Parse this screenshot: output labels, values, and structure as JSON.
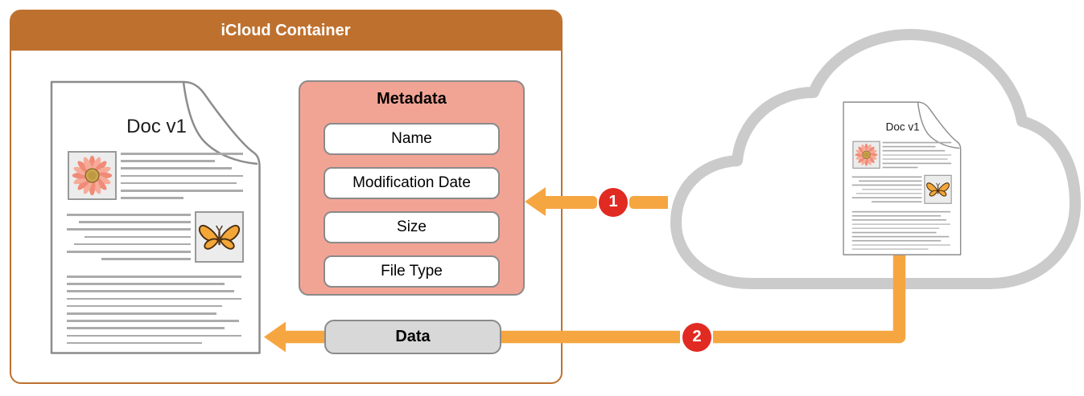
{
  "diagram": {
    "container": {
      "title": "iCloud Container"
    },
    "metadata_panel": {
      "title": "Metadata",
      "fields": [
        "Name",
        "Modification Date",
        "Size",
        "File Type"
      ]
    },
    "data_pill": {
      "label": "Data"
    },
    "step_badges": [
      {
        "number": "1"
      },
      {
        "number": "2"
      }
    ],
    "document": {
      "title": "Doc v1",
      "images": [
        {
          "name": "flower-photo"
        },
        {
          "name": "butterfly-photo"
        }
      ],
      "paragraphs": [
        [
          [
            88,
            90,
            152
          ],
          [
            88,
            99.2,
            117
          ],
          [
            88,
            108.4,
            138
          ],
          [
            88,
            117.6,
            152
          ],
          [
            88,
            126.8,
            144
          ],
          [
            88,
            136,
            152
          ],
          [
            88,
            145.2,
            78
          ]
        ],
        [
          [
            21,
            166,
            154
          ],
          [
            36,
            175.2,
            139
          ],
          [
            21,
            184.4,
            154
          ],
          [
            43,
            193.6,
            132
          ],
          [
            30,
            202.8,
            145
          ],
          [
            21,
            212,
            154
          ],
          [
            64,
            221.2,
            111
          ]
        ],
        [
          [
            21,
            243,
            217
          ],
          [
            21,
            252.2,
            196
          ],
          [
            21,
            261.4,
            208
          ],
          [
            21,
            270.6,
            217
          ],
          [
            21,
            279.8,
            193
          ],
          [
            21,
            289,
            186
          ],
          [
            21,
            298.2,
            214
          ],
          [
            21,
            307.4,
            196
          ],
          [
            21,
            316.6,
            217
          ],
          [
            21,
            325.8,
            168
          ]
        ]
      ]
    },
    "cloud": {
      "name": "icloud-cloud"
    },
    "colors": {
      "container_orange": "#BE712F",
      "arrow_orange": "#F6A640",
      "badge_red": "#E12A22",
      "metadata_pink": "#F2A494",
      "panel_border_gray": "#8A8A8A",
      "doc_border_gray": "#8C8C8C",
      "cloud_gray": "#CBCBCB",
      "line_gray": "#ABABAB",
      "box_gray": "#D8D8D8",
      "image_bg": "#ECECEC"
    }
  }
}
